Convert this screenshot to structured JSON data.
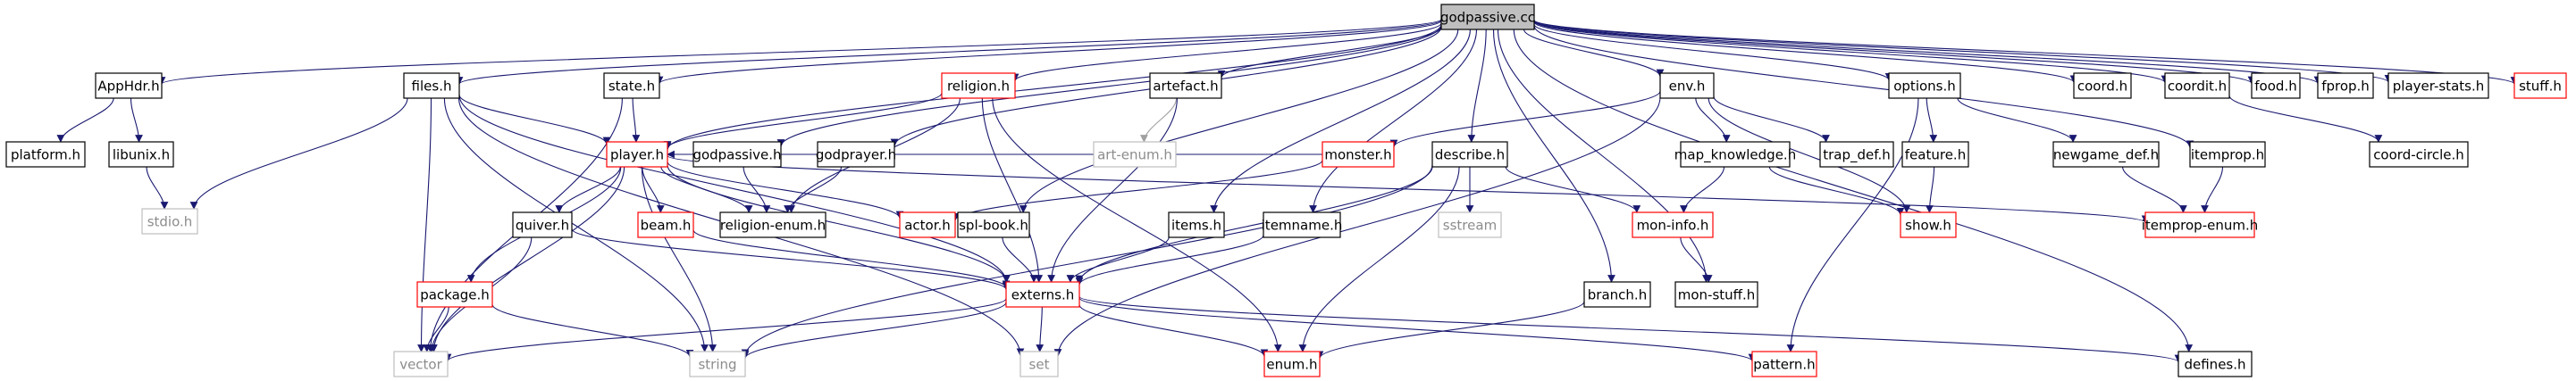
{
  "graph": {
    "colors": {
      "edge": "#191970",
      "edge_light": "#a0a0a0",
      "box_default": "#000000",
      "box_missing": "#ff0000",
      "box_system": "#bfbfbf",
      "box_root_fill": "#bfbfbf",
      "text_default": "#000000",
      "text_system": "#8c8c8c"
    },
    "nodes": [
      {
        "id": "godpassive_cc",
        "label": "godpassive.cc",
        "style": "root"
      },
      {
        "id": "apphdr_h",
        "label": "AppHdr.h",
        "style": "default"
      },
      {
        "id": "files_h",
        "label": "files.h",
        "style": "default"
      },
      {
        "id": "state_h",
        "label": "state.h",
        "style": "default"
      },
      {
        "id": "religion_h",
        "label": "religion.h",
        "style": "missing"
      },
      {
        "id": "artefact_h",
        "label": "artefact.h",
        "style": "default"
      },
      {
        "id": "env_h",
        "label": "env.h",
        "style": "default"
      },
      {
        "id": "options_h",
        "label": "options.h",
        "style": "default"
      },
      {
        "id": "coord_h",
        "label": "coord.h",
        "style": "default"
      },
      {
        "id": "coordit_h",
        "label": "coordit.h",
        "style": "default"
      },
      {
        "id": "food_h",
        "label": "food.h",
        "style": "default"
      },
      {
        "id": "fprop_h",
        "label": "fprop.h",
        "style": "default"
      },
      {
        "id": "player_stats_h",
        "label": "player-stats.h",
        "style": "default"
      },
      {
        "id": "stuff_h",
        "label": "stuff.h",
        "style": "missing"
      },
      {
        "id": "platform_h",
        "label": "platform.h",
        "style": "default"
      },
      {
        "id": "libunix_h",
        "label": "libunix.h",
        "style": "default"
      },
      {
        "id": "stdio_h",
        "label": "stdio.h",
        "style": "system"
      },
      {
        "id": "player_h",
        "label": "player.h",
        "style": "missing"
      },
      {
        "id": "godpassive_h",
        "label": "godpassive.h",
        "style": "default"
      },
      {
        "id": "godprayer_h",
        "label": "godprayer.h",
        "style": "default"
      },
      {
        "id": "art_enum_h",
        "label": "art-enum.h",
        "style": "system"
      },
      {
        "id": "monster_h",
        "label": "monster.h",
        "style": "missing"
      },
      {
        "id": "describe_h",
        "label": "describe.h",
        "style": "default"
      },
      {
        "id": "map_knowledge_h",
        "label": "map_knowledge.h",
        "style": "default"
      },
      {
        "id": "trap_def_h",
        "label": "trap_def.h",
        "style": "default"
      },
      {
        "id": "feature_h",
        "label": "feature.h",
        "style": "default"
      },
      {
        "id": "newgame_def_h",
        "label": "newgame_def.h",
        "style": "default"
      },
      {
        "id": "itemprop_h",
        "label": "itemprop.h",
        "style": "default"
      },
      {
        "id": "coord_circle_h",
        "label": "coord-circle.h",
        "style": "default"
      },
      {
        "id": "quiver_h",
        "label": "quiver.h",
        "style": "default"
      },
      {
        "id": "beam_h",
        "label": "beam.h",
        "style": "missing"
      },
      {
        "id": "religion_enum_h",
        "label": "religion-enum.h",
        "style": "default"
      },
      {
        "id": "actor_h",
        "label": "actor.h",
        "style": "missing"
      },
      {
        "id": "spl_book_h",
        "label": "spl-book.h",
        "style": "default"
      },
      {
        "id": "items_h",
        "label": "items.h",
        "style": "default"
      },
      {
        "id": "itemname_h",
        "label": "itemname.h",
        "style": "default"
      },
      {
        "id": "sstream",
        "label": "sstream",
        "style": "system"
      },
      {
        "id": "mon_info_h",
        "label": "mon-info.h",
        "style": "missing"
      },
      {
        "id": "show_h",
        "label": "show.h",
        "style": "missing"
      },
      {
        "id": "itemprop_enum_h",
        "label": "itemprop-enum.h",
        "style": "missing"
      },
      {
        "id": "package_h",
        "label": "package.h",
        "style": "missing"
      },
      {
        "id": "externs_h",
        "label": "externs.h",
        "style": "missing"
      },
      {
        "id": "branch_h",
        "label": "branch.h",
        "style": "default"
      },
      {
        "id": "mon_stuff_h",
        "label": "mon-stuff.h",
        "style": "default"
      },
      {
        "id": "vector",
        "label": "vector",
        "style": "system"
      },
      {
        "id": "string",
        "label": "string",
        "style": "system"
      },
      {
        "id": "set",
        "label": "set",
        "style": "system"
      },
      {
        "id": "enum_h",
        "label": "enum.h",
        "style": "missing"
      },
      {
        "id": "pattern_h",
        "label": "pattern.h",
        "style": "missing"
      },
      {
        "id": "defines_h",
        "label": "defines.h",
        "style": "default"
      }
    ],
    "edges": [
      [
        "godpassive_cc",
        "apphdr_h"
      ],
      [
        "godpassive_cc",
        "files_h"
      ],
      [
        "godpassive_cc",
        "state_h"
      ],
      [
        "godpassive_cc",
        "religion_h"
      ],
      [
        "godpassive_cc",
        "artefact_h"
      ],
      [
        "godpassive_cc",
        "env_h"
      ],
      [
        "godpassive_cc",
        "options_h"
      ],
      [
        "godpassive_cc",
        "coord_h"
      ],
      [
        "godpassive_cc",
        "coordit_h"
      ],
      [
        "godpassive_cc",
        "food_h"
      ],
      [
        "godpassive_cc",
        "fprop_h"
      ],
      [
        "godpassive_cc",
        "player_stats_h"
      ],
      [
        "godpassive_cc",
        "stuff_h"
      ],
      [
        "godpassive_cc",
        "player_h"
      ],
      [
        "godpassive_cc",
        "godpassive_h"
      ],
      [
        "godpassive_cc",
        "godprayer_h"
      ],
      [
        "godpassive_cc",
        "spl_book_h"
      ],
      [
        "godpassive_cc",
        "items_h"
      ],
      [
        "godpassive_cc",
        "itemname_h"
      ],
      [
        "godpassive_cc",
        "describe_h"
      ],
      [
        "godpassive_cc",
        "branch_h"
      ],
      [
        "godpassive_cc",
        "mon_stuff_h"
      ],
      [
        "godpassive_cc",
        "itemprop_h"
      ],
      [
        "godpassive_cc",
        "defines_h"
      ],
      [
        "apphdr_h",
        "platform_h"
      ],
      [
        "apphdr_h",
        "libunix_h"
      ],
      [
        "libunix_h",
        "stdio_h"
      ],
      [
        "files_h",
        "stdio_h"
      ],
      [
        "files_h",
        "player_h"
      ],
      [
        "files_h",
        "externs_h"
      ],
      [
        "files_h",
        "vector"
      ],
      [
        "files_h",
        "string"
      ],
      [
        "files_h",
        "set"
      ],
      [
        "state_h",
        "player_h"
      ],
      [
        "state_h",
        "vector"
      ],
      [
        "religion_h",
        "player_h"
      ],
      [
        "religion_h",
        "religion_enum_h"
      ],
      [
        "religion_h",
        "externs_h"
      ],
      [
        "religion_h",
        "enum_h"
      ],
      [
        "artefact_h",
        "art_enum_h"
      ],
      [
        "artefact_h",
        "externs_h"
      ],
      [
        "env_h",
        "monster_h"
      ],
      [
        "env_h",
        "map_knowledge_h"
      ],
      [
        "env_h",
        "trap_def_h"
      ],
      [
        "env_h",
        "show_h"
      ],
      [
        "env_h",
        "set"
      ],
      [
        "options_h",
        "feature_h"
      ],
      [
        "options_h",
        "newgame_def_h"
      ],
      [
        "options_h",
        "pattern_h"
      ],
      [
        "coordit_h",
        "coord_circle_h"
      ],
      [
        "itemprop_h",
        "itemprop_enum_h"
      ],
      [
        "feature_h",
        "show_h"
      ],
      [
        "newgame_def_h",
        "itemprop_enum_h"
      ],
      [
        "map_knowledge_h",
        "show_h"
      ],
      [
        "map_knowledge_h",
        "mon_info_h"
      ],
      [
        "monster_h",
        "actor_h"
      ],
      [
        "monster_h",
        "player_h"
      ],
      [
        "describe_h",
        "sstream"
      ],
      [
        "describe_h",
        "mon_info_h"
      ],
      [
        "describe_h",
        "externs_h"
      ],
      [
        "describe_h",
        "string"
      ],
      [
        "describe_h",
        "enum_h"
      ],
      [
        "mon_info_h",
        "mon_stuff_h"
      ],
      [
        "player_h",
        "actor_h"
      ],
      [
        "player_h",
        "beam_h"
      ],
      [
        "player_h",
        "quiver_h"
      ],
      [
        "player_h",
        "package_h"
      ],
      [
        "player_h",
        "religion_enum_h"
      ],
      [
        "player_h",
        "itemprop_enum_h"
      ],
      [
        "player_h",
        "externs_h"
      ],
      [
        "player_h",
        "vector"
      ],
      [
        "player_h",
        "string"
      ],
      [
        "godpassive_h",
        "religion_enum_h"
      ],
      [
        "godprayer_h",
        "religion_enum_h"
      ],
      [
        "quiver_h",
        "externs_h"
      ],
      [
        "quiver_h",
        "vector"
      ],
      [
        "beam_h",
        "externs_h"
      ],
      [
        "package_h",
        "vector"
      ],
      [
        "package_h",
        "string"
      ],
      [
        "spl_book_h",
        "externs_h"
      ],
      [
        "items_h",
        "externs_h"
      ],
      [
        "itemname_h",
        "externs_h"
      ],
      [
        "branch_h",
        "enum_h"
      ],
      [
        "externs_h",
        "vector"
      ],
      [
        "externs_h",
        "string"
      ],
      [
        "externs_h",
        "set"
      ],
      [
        "externs_h",
        "enum_h"
      ],
      [
        "externs_h",
        "pattern_h"
      ],
      [
        "externs_h",
        "defines_h"
      ]
    ]
  }
}
